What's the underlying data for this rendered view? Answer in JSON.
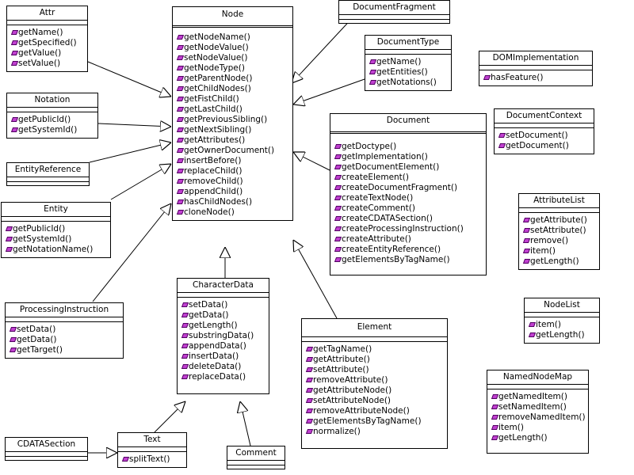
{
  "diagram": {
    "classes": {
      "attr": {
        "name": "Attr",
        "methods": [
          "getName()",
          "getSpecified()",
          "getValue()",
          "setValue()"
        ]
      },
      "notation": {
        "name": "Notation",
        "methods": [
          "getPublicId()",
          "getSystemId()"
        ]
      },
      "entity_reference": {
        "name": "EntityReference",
        "methods": []
      },
      "entity": {
        "name": "Entity",
        "methods": [
          "getPublicId()",
          "getSystemId()",
          "getNotationName()"
        ]
      },
      "processing_instruction": {
        "name": "ProcessingInstruction",
        "methods": [
          "setData()",
          "getData()",
          "getTarget()"
        ]
      },
      "cdata_section": {
        "name": "CDATASection",
        "methods": []
      },
      "text": {
        "name": "Text",
        "methods": [
          "splitText()"
        ]
      },
      "node": {
        "name": "Node",
        "methods": [
          "getNodeName()",
          "getNodeValue()",
          "setNodeValue()",
          "getNodeType()",
          "getParentNode()",
          "getChildNodes()",
          "getFistChild()",
          "getLastChild()",
          "getPreviousSibling()",
          "getNextSibling()",
          "getAttributes()",
          "getOwnerDocument()",
          "insertBefore()",
          "replaceChild()",
          "removeChild()",
          "appendChild()",
          "hasChildNodes()",
          "cloneNode()"
        ]
      },
      "character_data": {
        "name": "CharacterData",
        "methods": [
          "setData()",
          "getData()",
          "getLength()",
          "substringData()",
          "appendData()",
          "insertData()",
          "deleteData()",
          "replaceData()"
        ]
      },
      "comment": {
        "name": "Comment",
        "methods": []
      },
      "document_fragment": {
        "name": "DocumentFragment",
        "methods": []
      },
      "document_type": {
        "name": "DocumentType",
        "methods": [
          "getName()",
          "getEntities()",
          "getNotations()"
        ]
      },
      "document": {
        "name": "Document",
        "methods": [
          "getDoctype()",
          "getImplementation()",
          "getDocumentElement()",
          "createElement()",
          "createDocumentFragment()",
          "createTextNode()",
          "createComment()",
          "createCDATASection()",
          "createProcessingInstruction()",
          "createAttribute()",
          "createEntityReference()",
          "getElementsByTagName()"
        ]
      },
      "element": {
        "name": "Element",
        "methods": [
          "getTagName()",
          "getAttribute()",
          "setAttribute()",
          "removeAttribute()",
          "getAttributeNode()",
          "setAttributeNode()",
          "removeAttributeNode()",
          "getElementsByTagName()",
          "normalize()"
        ]
      },
      "dom_implementation": {
        "name": "DOMImplementation",
        "methods": [
          "hasFeature()"
        ]
      },
      "document_context": {
        "name": "DocumentContext",
        "methods": [
          "setDocument()",
          "getDocument()"
        ]
      },
      "attribute_list": {
        "name": "AttributeList",
        "methods": [
          "getAttribute()",
          "setAttribute()",
          "remove()",
          "item()",
          "getLength()"
        ]
      },
      "node_list": {
        "name": "NodeList",
        "methods": [
          "item()",
          "getLength()"
        ]
      },
      "named_node_map": {
        "name": "NamedNodeMap",
        "methods": [
          "getNamedItem()",
          "setNamedItem()",
          "removeNamedItem()",
          "item()",
          "getLength()"
        ]
      }
    }
  }
}
